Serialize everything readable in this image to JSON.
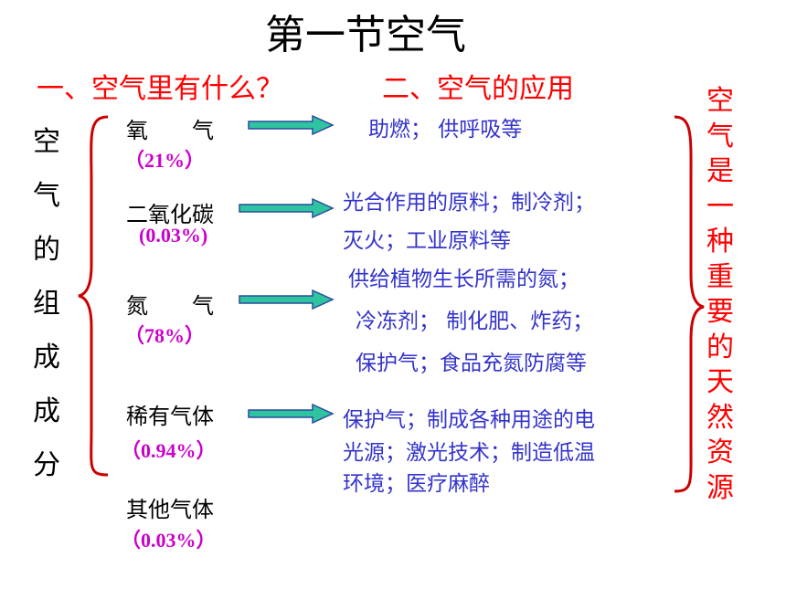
{
  "title": "第一节空气",
  "headings": {
    "left": "一、空气里有什么？",
    "right": "二、空气的应用"
  },
  "left_vertical": [
    "空",
    "气",
    "的",
    "组",
    "成",
    "成",
    "分"
  ],
  "right_vertical": [
    "空",
    "气",
    "是",
    "一",
    "种",
    "重",
    "要",
    "的",
    "天",
    "然",
    "资",
    "源"
  ],
  "components": [
    {
      "name": "氧　　气",
      "percent": "（21%）"
    },
    {
      "name": "二氧化碳",
      "percent": "(0.03%)"
    },
    {
      "name": "氮　　气",
      "percent": "（78%）"
    },
    {
      "name": "稀有气体",
      "percent": "（0.94%）"
    },
    {
      "name": "其他气体",
      "percent": "（0.03%）"
    }
  ],
  "uses": {
    "oxygen": [
      "助燃；  供呼吸等"
    ],
    "co2": [
      "光合作用的原料；制冷剂；",
      "灭火；工业原料等"
    ],
    "nitrogen": [
      "供给植物生长所需的氮；",
      "冷冻剂；   制化肥、炸药；",
      "保护气；食品充氮防腐等"
    ],
    "rare_gas": [
      "保护气；制成各种用途的电",
      "光源；激光技术；制造低温",
      "环境；医疗麻醉"
    ]
  },
  "colors": {
    "title": "#000000",
    "heading": "#ff0000",
    "percent": "#cc00cc",
    "use_text": "#3333cc",
    "arrow_fill": "#2ec4a0",
    "arrow_stroke": "#2b4aa0",
    "brace": "#cc0000"
  }
}
